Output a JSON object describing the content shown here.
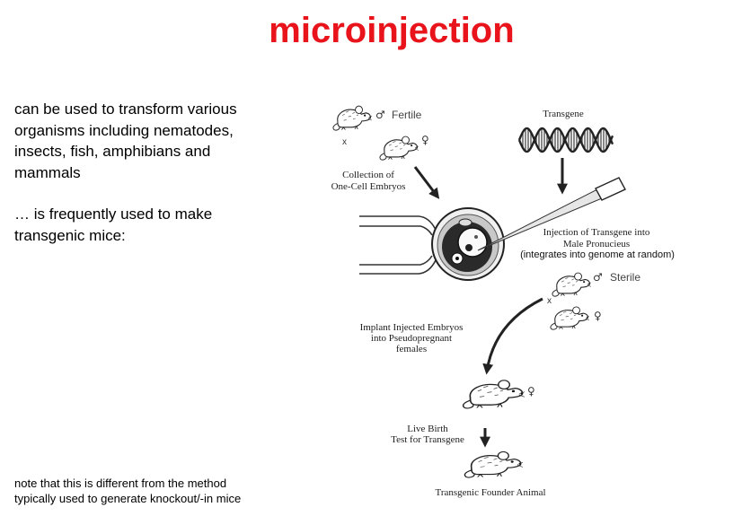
{
  "slide": {
    "title": "microinjection",
    "title_color": "#e8131b",
    "intro_lines": [
      "can be used to transform various",
      "organisms including nematodes,",
      "insects, fish, amphibians and",
      "mammals"
    ],
    "usage_lines": [
      "… is frequently used to make",
      "transgenic mice:"
    ],
    "note_lines": [
      "note that this is different from the method",
      "typically used to generate knockout/-in mice"
    ]
  },
  "diagram": {
    "symbols": {
      "male": "♂",
      "female": "♀",
      "cross": "x"
    },
    "fertile_label": "Fertile",
    "transgene_label": "Transgene",
    "collection_lines": [
      "Collection of",
      "One-Cell Embryos"
    ],
    "injection_lines": [
      "Injection of Transgene into",
      "Male Pronucieus"
    ],
    "integration_note": "(integrates into genome at random)",
    "sterile_label": "Sterile",
    "implant_lines": [
      "Implant Injected Embryos",
      "into Pseudopregnant",
      "females"
    ],
    "birth_lines": [
      "Live Birth",
      "Test for Transgene"
    ],
    "founder_label": "Transgenic Founder Animal",
    "illustrations": [
      "mouse-illustration",
      "dna-helix-illustration",
      "one-cell-embryo-illustration",
      "holding-pipette-illustration",
      "injection-needle-illustration",
      "arrow-icon"
    ]
  }
}
